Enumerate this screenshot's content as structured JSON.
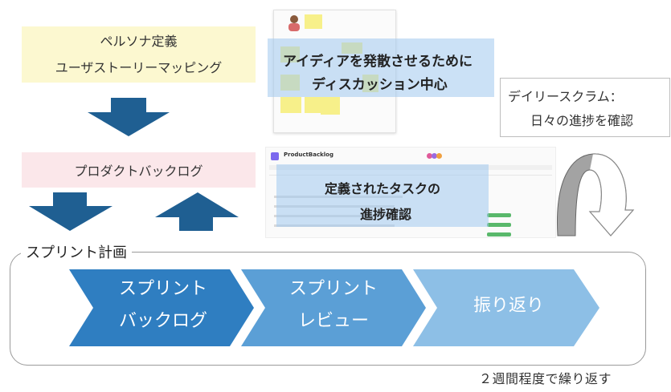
{
  "persona_box": {
    "line1": "ペルソナ定義",
    "line2": "ユーザストーリーマッピング"
  },
  "backlog_box": {
    "label": "プロダクトバックログ"
  },
  "daily_scrum": {
    "line1": "デイリースクラム：",
    "line2": "日々の進捗を確認"
  },
  "board_overlay": {
    "line1": "アイディアを発散させるために",
    "line2": "ディスカッション中心"
  },
  "backlog_overlay": {
    "line1": "定義されたタスクの",
    "line2": "進捗確認"
  },
  "backlog_screenshot": {
    "app_title": "ProductBacklog"
  },
  "sprint_section": {
    "label": "スプリント計画",
    "steps": [
      {
        "line1": "スプリント",
        "line2": "バックログ",
        "color": "#2f7ec1"
      },
      {
        "line1": "スプリント",
        "line2": "レビュー",
        "color": "#5b9fd6"
      },
      {
        "line1": "振り返り",
        "line2": "",
        "color": "#8dbfe6"
      }
    ],
    "repeat_note": "２週間程度で繰り返す"
  },
  "colors": {
    "arrow_dark": "#1f5f92",
    "persona_bg": "#fcf8d0",
    "backlog_bg": "#fbe7ea",
    "highlight": "#a0c8ee"
  }
}
